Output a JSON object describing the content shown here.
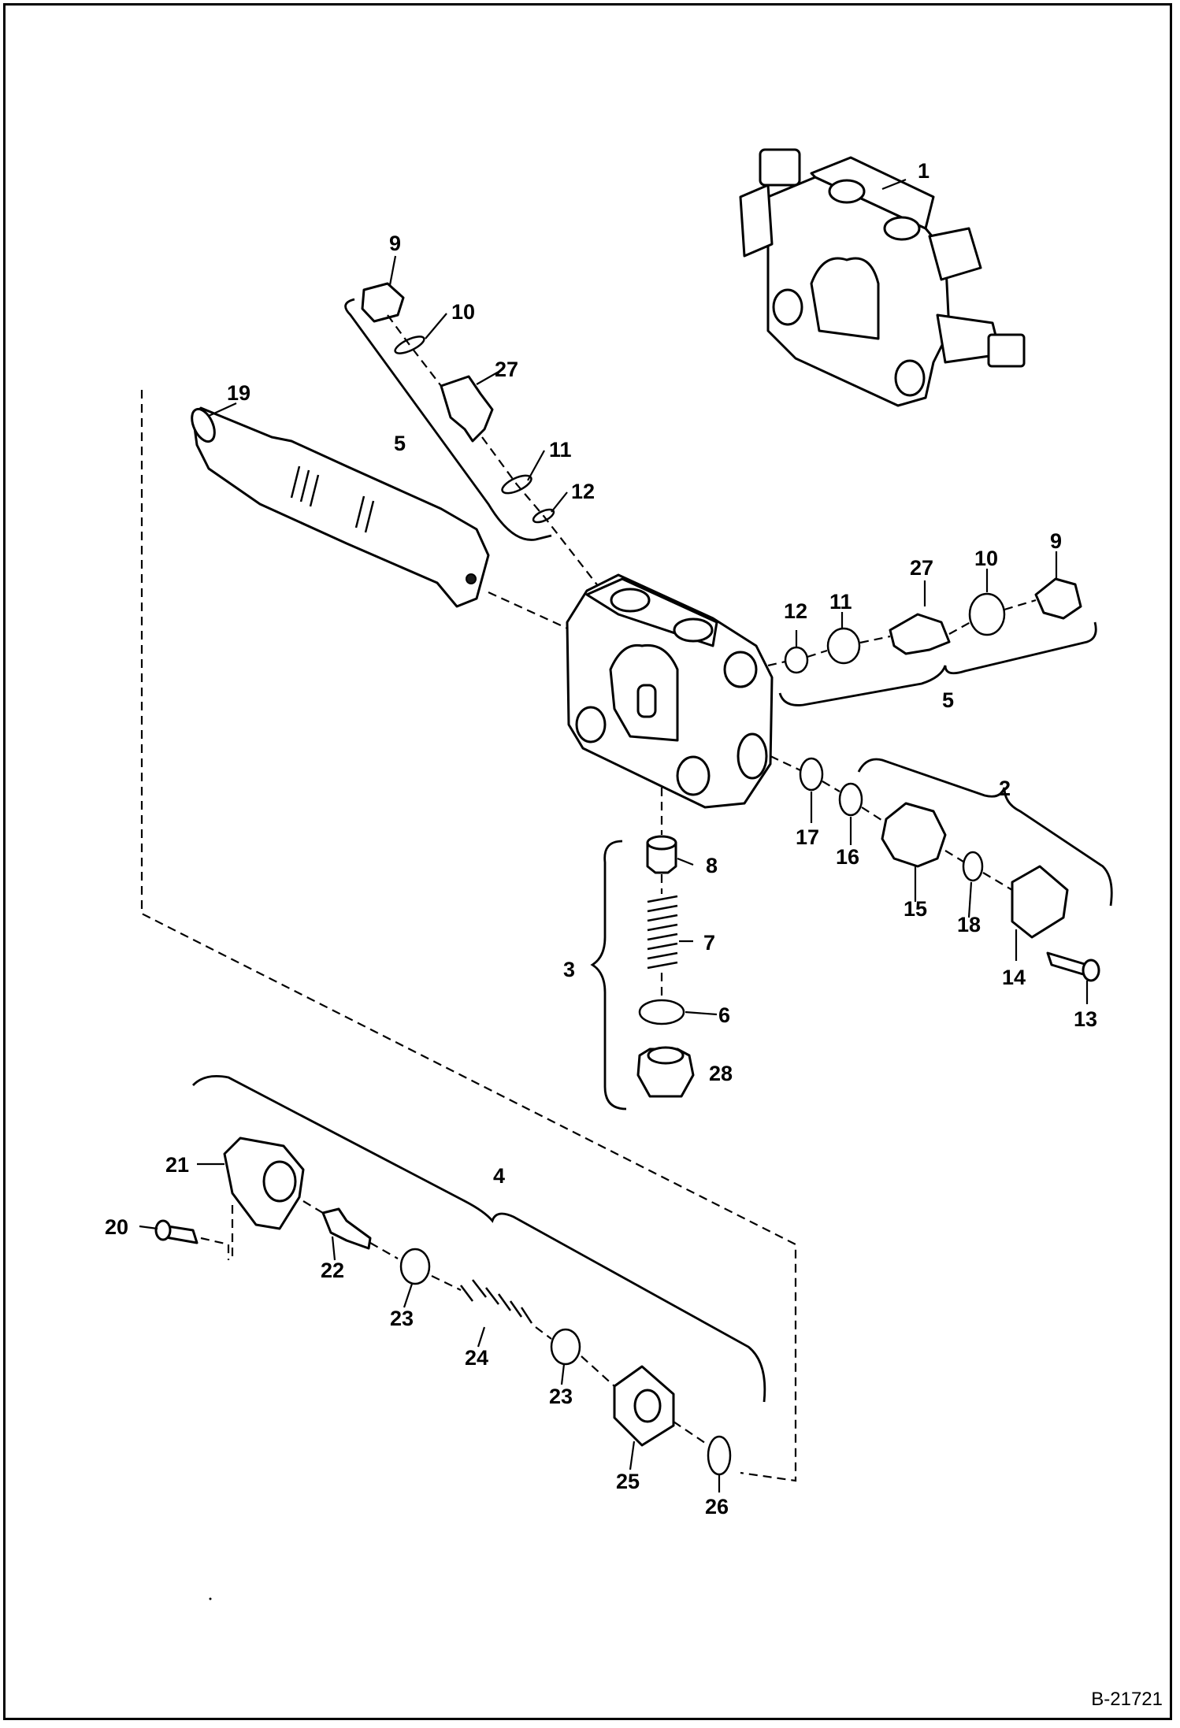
{
  "drawing_number": "B-21721",
  "part_labels": {
    "p1": "1",
    "p2": "2",
    "p3": "3",
    "p4": "4",
    "p5a": "5",
    "p5b": "5",
    "p6": "6",
    "p7": "7",
    "p8": "8",
    "p9a": "9",
    "p9b": "9",
    "p10a": "10",
    "p10b": "10",
    "p11a": "11",
    "p11b": "11",
    "p12a": "12",
    "p12b": "12",
    "p13": "13",
    "p14": "14",
    "p15": "15",
    "p16": "16",
    "p17": "17",
    "p18": "18",
    "p19": "19",
    "p20": "20",
    "p21": "21",
    "p22": "22",
    "p23a": "23",
    "p23b": "23",
    "p24": "24",
    "p25": "25",
    "p26": "26",
    "p27a": "27",
    "p27b": "27",
    "p28": "28"
  }
}
